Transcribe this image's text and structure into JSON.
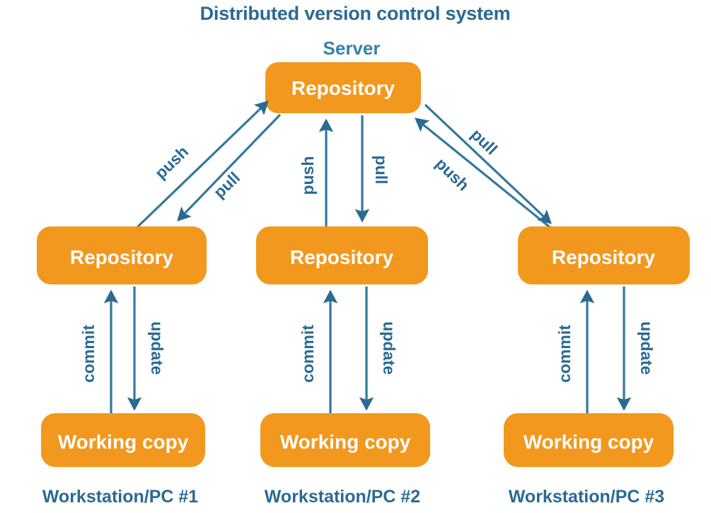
{
  "title": "Distributed version control system",
  "colors": {
    "node_fill": "#f2981e",
    "title_blue": "#2a6a93",
    "server_label_blue": "#3781ab",
    "arrow_blue": "#34779c",
    "node_text": "#ffffff",
    "background": "#ffffff"
  },
  "server": {
    "label": "Server",
    "node_label": "Repository"
  },
  "workstations": [
    {
      "caption": "Workstation/PC #1",
      "repository_label": "Repository",
      "working_copy_label": "Working copy",
      "edges_to_server": [
        {
          "label": "push",
          "direction": "to-server"
        },
        {
          "label": "pull",
          "direction": "from-server"
        }
      ],
      "edges_local": [
        {
          "label": "commit",
          "direction": "up"
        },
        {
          "label": "update",
          "direction": "down"
        }
      ]
    },
    {
      "caption": "Workstation/PC #2",
      "repository_label": "Repository",
      "working_copy_label": "Working copy",
      "edges_to_server": [
        {
          "label": "push",
          "direction": "to-server"
        },
        {
          "label": "pull",
          "direction": "from-server"
        }
      ],
      "edges_local": [
        {
          "label": "commit",
          "direction": "up"
        },
        {
          "label": "update",
          "direction": "down"
        }
      ]
    },
    {
      "caption": "Workstation/PC #3",
      "repository_label": "Repository",
      "working_copy_label": "Working copy",
      "edges_to_server": [
        {
          "label": "push",
          "direction": "to-server"
        },
        {
          "label": "pull",
          "direction": "from-server"
        }
      ],
      "edges_local": [
        {
          "label": "commit",
          "direction": "up"
        },
        {
          "label": "update",
          "direction": "down"
        }
      ]
    }
  ]
}
